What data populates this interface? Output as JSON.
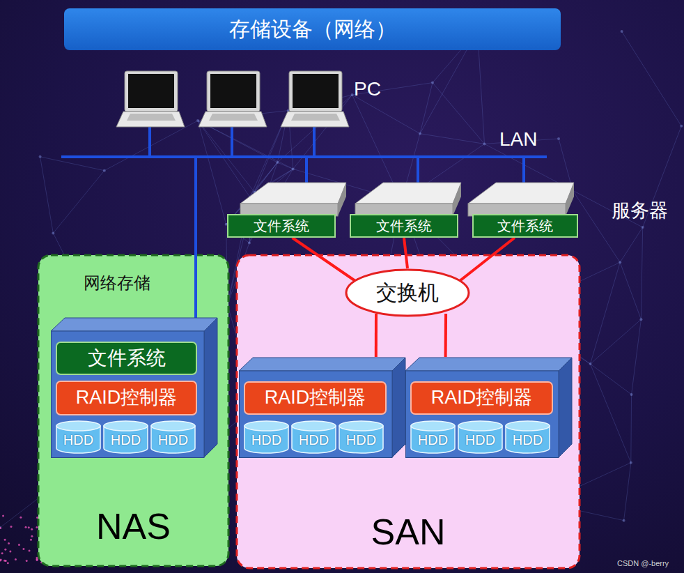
{
  "diagram": {
    "title": "存储设备（网络）",
    "nodes": [
      {
        "text": [
          "文件系统"
        ]
      },
      {
        "text": [
          "文件系统"
        ]
      },
      {
        "text": [
          "文件系统"
        ]
      },
      {
        "text": [
          "网络存储",
          "NAS"
        ]
      },
      {
        "text": [],
        "in": 3
      },
      {
        "text": [
          "文件系统"
        ],
        "in": 4
      },
      {
        "text": [
          "RAID控制器"
        ],
        "in": 4
      },
      {
        "text": [
          "HDD"
        ],
        "in": 4
      },
      {
        "text": [
          "HDD"
        ],
        "in": 4
      },
      {
        "text": [
          "HDD"
        ],
        "in": 4
      },
      {
        "text": [
          "SAN"
        ]
      },
      {
        "text": [
          "交换机"
        ],
        "in": 10
      },
      {
        "text": [],
        "in": 10
      },
      {
        "text": [
          "RAID控制器"
        ],
        "in": 12
      },
      {
        "text": [
          "HDD"
        ],
        "in": 12
      },
      {
        "text": [
          "HDD"
        ],
        "in": 12
      },
      {
        "text": [
          "HDD"
        ],
        "in": 12
      },
      {
        "text": [],
        "in": 10
      },
      {
        "text": [
          "RAID控制器"
        ],
        "in": 17
      },
      {
        "text": [
          "HDD"
        ],
        "in": 17
      },
      {
        "text": [
          "HDD"
        ],
        "in": 17
      },
      {
        "text": [
          "HDD"
        ],
        "in": 17
      }
    ],
    "edges": [
      {
        "from": 0,
        "to": 11,
        "arrow": "none"
      },
      {
        "from": 1,
        "to": 11,
        "arrow": "none"
      },
      {
        "from": 2,
        "to": 11,
        "arrow": "none"
      },
      {
        "from": 11,
        "to": 12,
        "arrow": "none"
      },
      {
        "from": 11,
        "to": 17,
        "arrow": "none"
      }
    ],
    "labels": [
      "PC",
      "LAN",
      "服务器",
      "CSDN @-berry"
    ]
  }
}
